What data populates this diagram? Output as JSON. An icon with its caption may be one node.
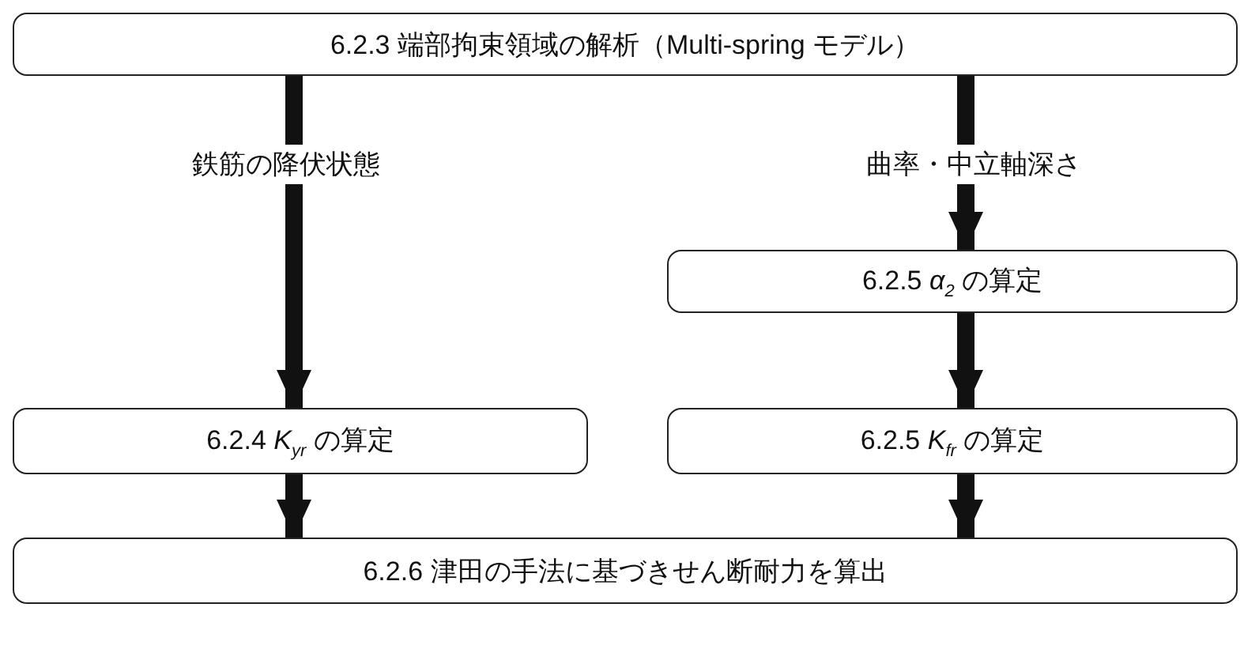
{
  "diagram": {
    "nodes": [
      {
        "text": [
          "6.2.3 端部拘束領域の解析（Multi-spring モデル）"
        ]
      },
      {
        "text": [
          "6.2.5 *α*$_{2}$ の算定"
        ]
      },
      {
        "text": [
          "6.2.4 *K*$_{yr}$ の算定"
        ]
      },
      {
        "text": [
          "6.2.5 *K*$_{fr}$ の算定"
        ]
      },
      {
        "text": [
          "6.2.6 津田の手法に基づきせん断耐力を算出"
        ]
      }
    ],
    "edges": [
      {
        "from": 0,
        "to": 2,
        "arrow": "to",
        "label": "鉄筋の降伏状態"
      },
      {
        "from": 0,
        "to": 1,
        "arrow": "to",
        "label": "曲率・中立軸深さ"
      },
      {
        "from": 1,
        "to": 3,
        "arrow": "to"
      },
      {
        "from": 2,
        "to": 4,
        "arrow": "to"
      },
      {
        "from": 3,
        "to": 4,
        "arrow": "to"
      }
    ]
  }
}
